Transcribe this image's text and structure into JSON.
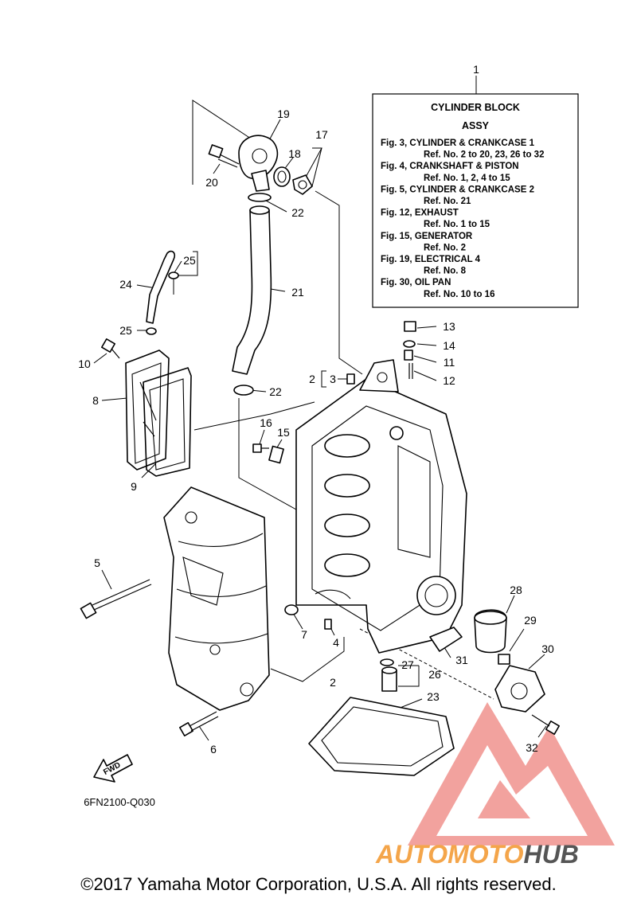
{
  "ref_box": {
    "title_line1": "CYLINDER BLOCK",
    "title_line2": "ASSY",
    "lines": [
      "Fig. 3, CYLINDER & CRANKCASE 1",
      "Ref. No. 2 to 20, 23, 26 to 32",
      "Fig. 4, CRANKSHAFT & PISTON",
      "Ref. No. 1, 2, 4 to 15",
      "Fig. 5, CYLINDER & CRANKCASE 2",
      "Ref. No. 21",
      "Fig. 12, EXHAUST",
      "Ref. No. 1 to 15",
      "Fig. 15, GENERATOR",
      "Ref. No. 2",
      "Fig. 19, ELECTRICAL 4",
      "Ref. No. 8",
      "Fig. 30, OIL PAN",
      "Ref. No. 10 to 16"
    ]
  },
  "callouts": {
    "n1": "1",
    "n2a": "2",
    "n2b": "2",
    "n3": "3",
    "n4": "4",
    "n5": "5",
    "n6": "6",
    "n7": "7",
    "n8": "8",
    "n9": "9",
    "n10": "10",
    "n11": "11",
    "n12": "12",
    "n13": "13",
    "n14": "14",
    "n15": "15",
    "n16": "16",
    "n17": "17",
    "n18": "18",
    "n19": "19",
    "n20": "20",
    "n21": "21",
    "n22a": "22",
    "n22b": "22",
    "n23": "23",
    "n24": "24",
    "n25a": "25",
    "n25b": "25",
    "n26": "26",
    "n27": "27",
    "n28": "28",
    "n29": "29",
    "n30": "30",
    "n31": "31",
    "n32": "32"
  },
  "fwd_label": "FWD",
  "diagram_code": "6FN2100-Q030",
  "watermark": {
    "text_part1": "AUTOMOTO",
    "text_part2": "HUB",
    "color_part1": "#f4a54a",
    "color_part2": "#555555",
    "logo_color": "#e8574f"
  },
  "copyright": "©2017 Yamaha Motor Corporation, U.S.A. All rights reserved."
}
